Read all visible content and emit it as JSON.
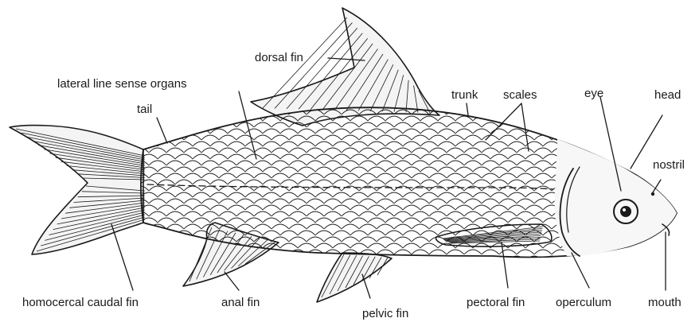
{
  "diagram": {
    "labels": {
      "dorsal_fin": "dorsal fin",
      "lateral_line": "lateral line sense organs",
      "tail": "tail",
      "trunk": "trunk",
      "scales": "scales",
      "eye": "eye",
      "head": "head",
      "nostril": "nostril",
      "caudal_fin": "homocercal caudal fin",
      "anal_fin": "anal fin",
      "pelvic_fin": "pelvic fin",
      "pectoral_fin": "pectoral fin",
      "operculum": "operculum",
      "mouth": "mouth"
    }
  }
}
